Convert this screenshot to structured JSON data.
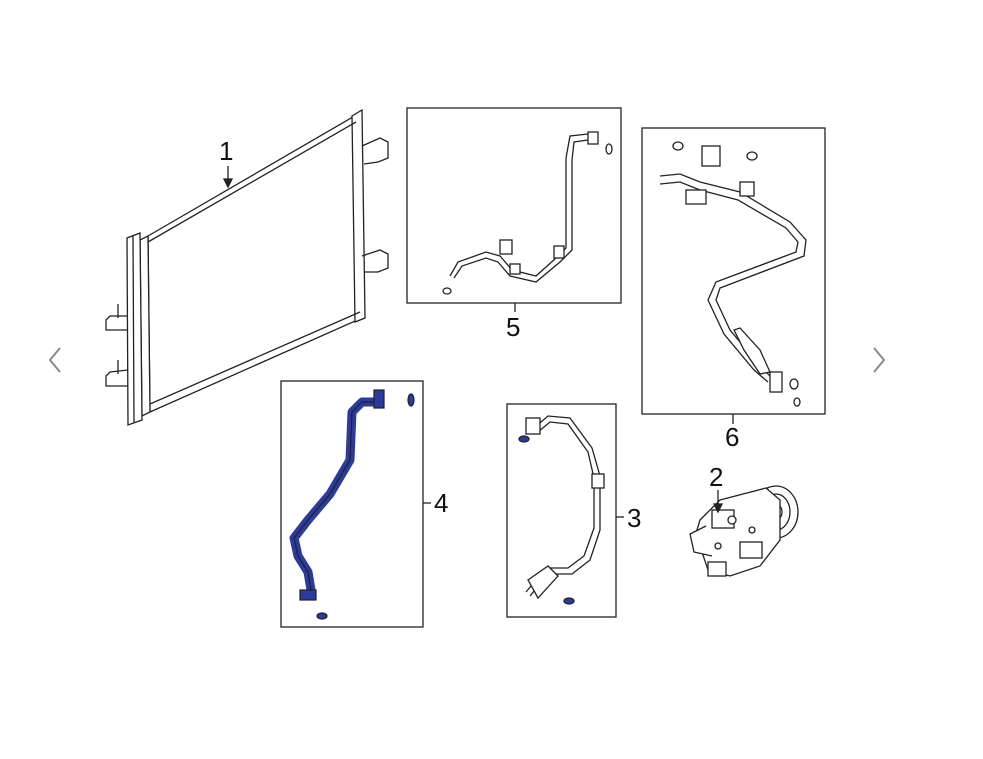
{
  "diagram": {
    "callouts": {
      "condenser": "1",
      "compressor": "2",
      "hose_3": "3",
      "hose_4": "4",
      "hose_5": "5",
      "hose_6": "6"
    }
  },
  "navigation": {
    "prev_icon": "chevron-left-icon",
    "next_icon": "chevron-right-icon"
  },
  "colors": {
    "highlight": "#2b3a9e",
    "line": "#222222",
    "nav": "#8a8a8a"
  }
}
